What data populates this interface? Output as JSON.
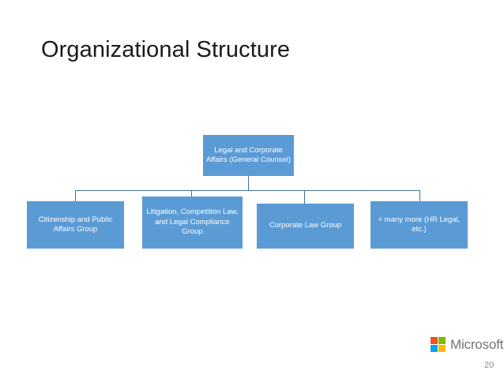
{
  "slide": {
    "title": "Organizational Structure",
    "page_number": "20",
    "background_color": "#ffffff",
    "title_color": "#1a1a1a"
  },
  "org_chart": {
    "node_fill_color": "#5b9bd5",
    "node_text_color": "#ffffff",
    "connector_color": "#41719c",
    "root": {
      "label": "Legal and Corporate Affairs (General Counsel)"
    },
    "children": [
      {
        "label": "Citizenship and Public Affairs Group"
      },
      {
        "label": "Litigation, Competition Law, and Legal Compliance Group"
      },
      {
        "label": "Corporate Law Group"
      },
      {
        "label": "+ many more (HR Legal, etc.)"
      }
    ]
  },
  "branding": {
    "wordmark": "Microsoft",
    "wordmark_color": "#737373",
    "logo_colors": {
      "top_left": "#f25022",
      "top_right": "#7fba00",
      "bottom_left": "#00a4ef",
      "bottom_right": "#ffb900"
    }
  }
}
